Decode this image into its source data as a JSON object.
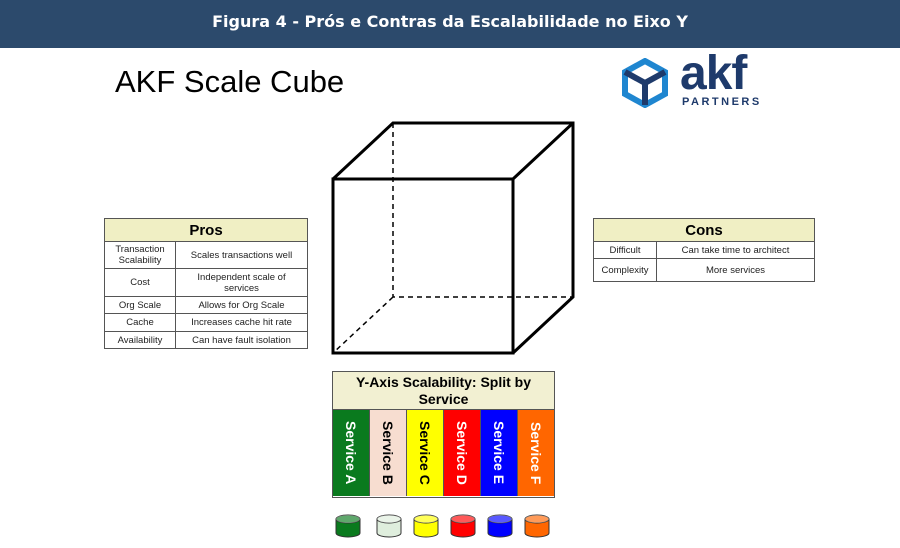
{
  "header": {
    "title": "Figura 4 - Prós e Contras da Escalabilidade no Eixo Y"
  },
  "slide_title": "AKF Scale Cube",
  "logo": {
    "name": "akf",
    "sub": "PARTNERS"
  },
  "pros": {
    "title": "Pros",
    "rows": [
      [
        "Transaction Scalability",
        "Scales transactions well"
      ],
      [
        "Cost",
        "Independent scale of services"
      ],
      [
        "Org Scale",
        "Allows for Org Scale"
      ],
      [
        "Cache",
        "Increases cache hit rate"
      ],
      [
        "Availability",
        "Can have fault isolation"
      ]
    ]
  },
  "cons": {
    "title": "Cons",
    "rows": [
      [
        "Difficult",
        "Can take time to architect"
      ],
      [
        "Complexity",
        "More services"
      ]
    ]
  },
  "yaxis": {
    "title": "Y-Axis Scalability: Split by Service",
    "services": [
      {
        "label": "Service A",
        "bg": "#0a7a1e",
        "fg": "#ffffff",
        "db": "#0a7a1e"
      },
      {
        "label": "Service B",
        "bg": "#f7ddd0",
        "fg": "#000000",
        "db": "#dfeedd"
      },
      {
        "label": "Service C",
        "bg": "#ffff00",
        "fg": "#000000",
        "db": "#ffff00"
      },
      {
        "label": "Service D",
        "bg": "#ff0000",
        "fg": "#ffffff",
        "db": "#ff0000"
      },
      {
        "label": "Service E",
        "bg": "#0000ff",
        "fg": "#ffffff",
        "db": "#0000ff"
      },
      {
        "label": "Service F",
        "bg": "#ff6600",
        "fg": "#ffffff",
        "db": "#ff6600"
      }
    ]
  }
}
